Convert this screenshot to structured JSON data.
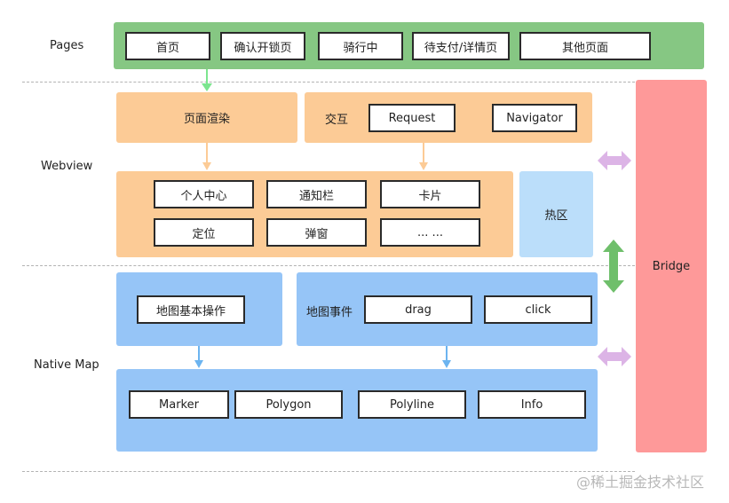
{
  "labels": {
    "pages": "Pages",
    "webview": "Webview",
    "native_map": "Native Map"
  },
  "pages": [
    "首页",
    "确认开锁页",
    "骑行中",
    "待支付/详情页",
    "其他页面"
  ],
  "webview": {
    "render": "页面渲染",
    "interaction": "交互",
    "request": "Request",
    "navigator": "Navigator",
    "components": [
      "个人中心",
      "通知栏",
      "卡片",
      "定位",
      "弹窗",
      "... ..."
    ],
    "hot_zone": "热区"
  },
  "native_map": {
    "basic_ops": "地图基本操作",
    "events": "地图事件",
    "drag": "drag",
    "click": "click",
    "overlays": [
      "Marker",
      "Polygon",
      "Polyline",
      "Info"
    ]
  },
  "bridge": "Bridge",
  "watermark": "@稀土掘金技术社区",
  "colors": {
    "pages_band": "#86c783",
    "webview": "#fccb96",
    "hot_zone": "#bbdefa",
    "native": "#96c5f7",
    "bridge": "#fe9999",
    "arrow_green": "#7ce58f",
    "arrow_orange": "#fccb96",
    "arrow_blue": "#6cb4f0",
    "double_purple": "#dcb4e6",
    "double_green": "#6fbf6b"
  }
}
